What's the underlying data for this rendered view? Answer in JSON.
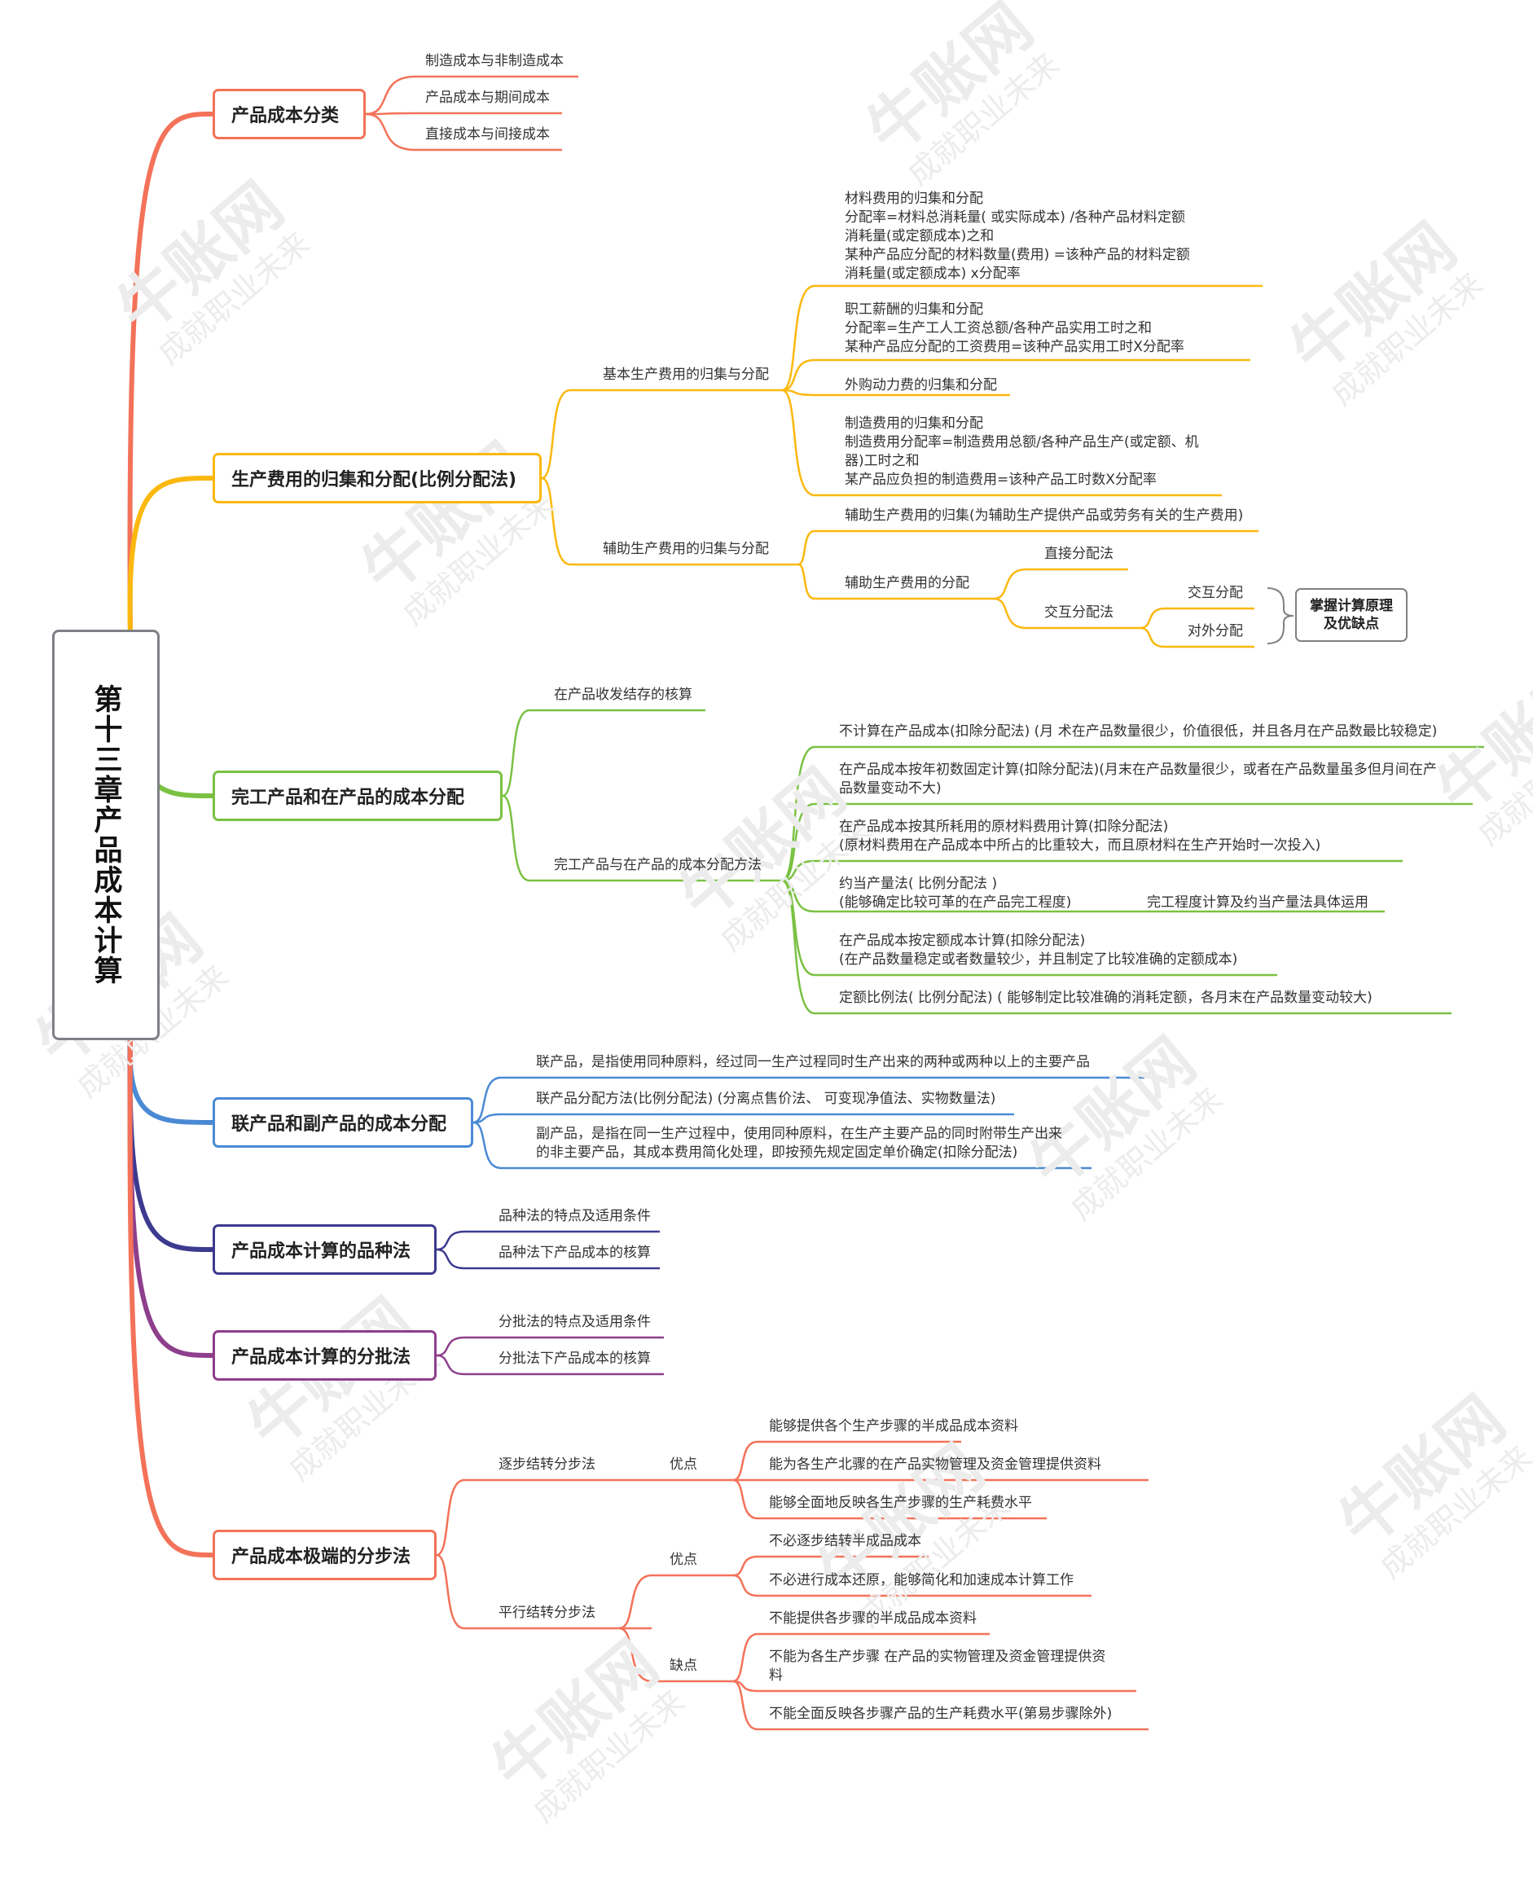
{
  "root": {
    "title": "第十三章产品成本计算"
  },
  "branches": [
    {
      "label": "产品成本分类",
      "color": "#f37259",
      "items": [
        "制造成本与非制造成本",
        "产品成本与期间成本",
        "直接成本与间接成本"
      ]
    },
    {
      "label": "生产费用的归集和分配(比例分配法)",
      "color": "#fbb80f",
      "groups": [
        {
          "label": "基本生产费用的归集与分配",
          "items": [
            "材料费用的归集和分配\n分配率=材料总消耗量( 或实际成本) /各种产品材料定额\n消耗量(或定额成本)之和\n某种产品应分配的材料数量(费用) =该种产品的材料定额\n消耗量(或定额成本) x分配率",
            "职工薪酬的归集和分配\n分配率=生产工人工资总额/各种产品实用工时之和\n某种产品应分配的工资费用=该种产品实用工时X分配率",
            "外购动力费的归集和分配",
            "制造费用的归集和分配\n制造费用分配率=制造费用总额/各种产品生产(或定额、机\n器)工时之和\n某产品应负担的制造费用=该种产品工时数X分配率"
          ]
        },
        {
          "label": "辅助生产费用的归集与分配",
          "items": [
            "辅助生产费用的归集(为辅助生产提供产品或劳务有关的生产费用)",
            "辅助生产费用的分配"
          ],
          "methods": [
            "直接分配法",
            "交互分配法"
          ],
          "sub_methods": [
            "交互分配",
            "对外分配"
          ],
          "note": "掌握计算原理\n及优缺点"
        }
      ]
    },
    {
      "label": "完工产品和在产品的成本分配",
      "color": "#7ac143",
      "groups": [
        {
          "label": "在产品收发结存的核算"
        },
        {
          "label": "完工产品与在产品的成本分配方法",
          "items": [
            "不计算在产品成本(扣除分配法) (月 术在产品数量很少，价值很低，并且各月在产品数最比较稳定)",
            "在产品成本按年初数固定计算(扣除分配法)(月末在产品数量很少，或者在产品数量虽多但月间在产\n品数量变动不大)",
            "在产品成本按其所耗用的原材料费用计算(扣除分配法)\n(原材料费用在产品成本中所占的比重较大，而且原材料在生产开始时一次投入)",
            "约当产量法( 比例分配法 )\n(能够确定比较可革的在产品完工程度)",
            "在产品成本按定额成本计算(扣除分配法)\n(在产品数量稳定或者数量较少，并且制定了比较准确的定额成本)",
            "定额比例法( 比例分配法) ( 能够制定比较准确的消耗定额，各月末在产品数量变动较大)"
          ],
          "extra": "完工程度计算及约当产量法具体运用"
        }
      ]
    },
    {
      "label": "联产品和副产品的成本分配",
      "color": "#4a8ad4",
      "items": [
        "联产品，是指使用同种原料，经过同一生产过程同时生产出来的两种或两种以上的主要产品",
        "联产品分配方法(比例分配法) (分离点售价法、 可变现净值法、实物数量法)",
        "副产品，是指在同一生产过程中，使用同种原料，在生产主要产品的同时附带生产出来\n的非主要产品，其成本费用简化处理，即按预先规定固定单价确定(扣除分配法)"
      ]
    },
    {
      "label": "产品成本计算的品种法",
      "color": "#3c3a8f",
      "items": [
        "品种法的特点及适用条件",
        "品种法下产品成本的核算"
      ]
    },
    {
      "label": "产品成本计算的分批法",
      "color": "#8e3f8c",
      "items": [
        "分批法的特点及适用条件",
        "分批法下产品成本的核算"
      ]
    },
    {
      "label": "产品成本极端的分步法",
      "color": "#f37259",
      "groups": [
        {
          "label": "逐步结转分步法",
          "sub": [
            {
              "label": "优点",
              "items": [
                "能够提供各个生产步骤的半成品成本资料",
                "能为各生产北骤的在产品实物管理及资金管理提供资料",
                "能够全面地反映各生产步骤的生产耗费水平"
              ]
            }
          ]
        },
        {
          "label": "平行结转分步法",
          "sub": [
            {
              "label": "优点",
              "items": [
                "不必逐步结转半成品成本",
                "不必进行成本还原，能够简化和加速成本计算工作"
              ]
            },
            {
              "label": "缺点",
              "items": [
                "不能提供各步骤的半成品成本资料",
                "不能为各生产步骤 在产品的实物管理及资金管理提供资\n料",
                "不能全面反映各步骤产品的生产耗费水平(第易步骤除外)"
              ]
            }
          ]
        }
      ]
    }
  ],
  "watermark": {
    "brand": "牛账网",
    "slogan": "成就职业未来"
  }
}
